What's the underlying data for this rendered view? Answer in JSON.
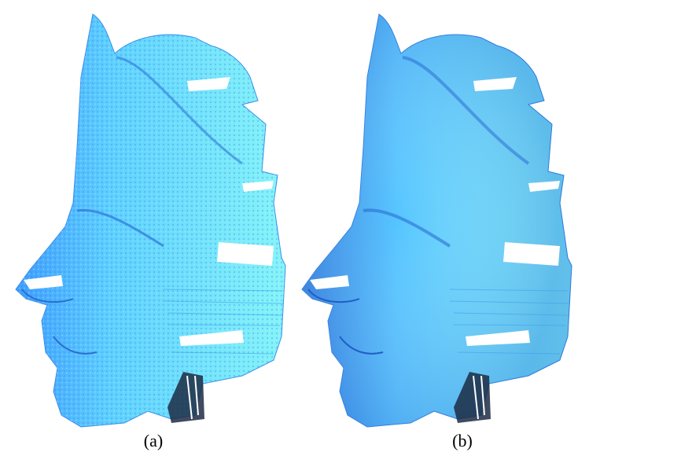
{
  "figure": {
    "panels": [
      {
        "caption": "(a)",
        "surface": "noisy-face-scan-mesh"
      },
      {
        "caption": "(b)",
        "surface": "smoothed-face-scan-mesh"
      }
    ],
    "colors": {
      "mesh_light": "#7ff2f8",
      "mesh_mid": "#4dbcff",
      "mesh_dark": "#2f7fe0",
      "shadow": "#1c2b44",
      "background": "#ffffff"
    }
  }
}
